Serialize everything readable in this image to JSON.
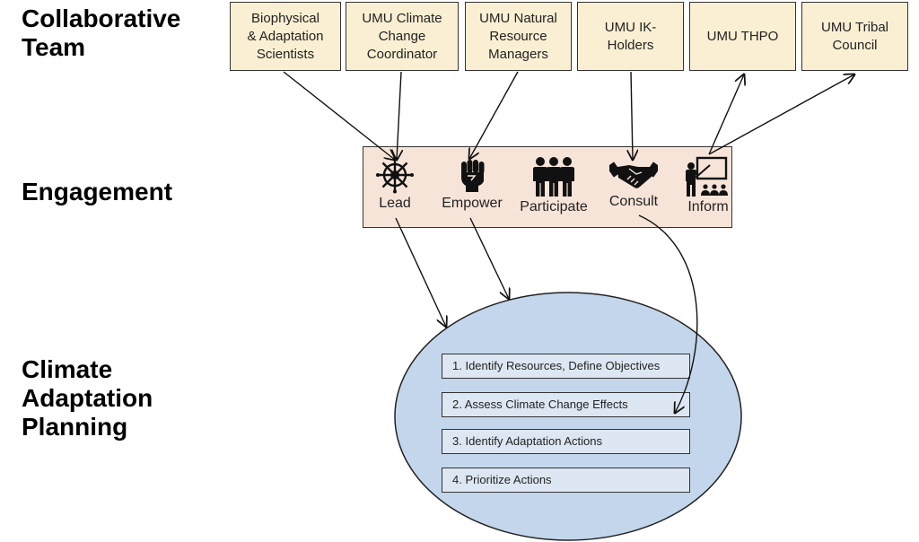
{
  "row_labels": {
    "team": "Collaborative\nTeam",
    "engagement": "Engagement",
    "planning": "Climate\nAdaptation\nPlanning"
  },
  "team_members": [
    {
      "label": "Biophysical\n& Adaptation\nScientists",
      "engagement": "Lead"
    },
    {
      "label": "UMU Climate\nChange\nCoordinator",
      "engagement": "Lead"
    },
    {
      "label": "UMU Natural\nResource\nManagers",
      "engagement": "Empower"
    },
    {
      "label": "UMU IK-\nHolders",
      "engagement": "Consult"
    },
    {
      "label": "UMU THPO",
      "engagement": "Inform"
    },
    {
      "label": "UMU Tribal\nCouncil",
      "engagement": "Inform"
    }
  ],
  "engagement_modes": [
    {
      "label": "Lead",
      "icon": "ship-wheel-icon"
    },
    {
      "label": "Empower",
      "icon": "raised-fist-icon"
    },
    {
      "label": "Participate",
      "icon": "group-of-people-icon"
    },
    {
      "label": "Consult",
      "icon": "handshake-icon"
    },
    {
      "label": "Inform",
      "icon": "presenter-board-icon"
    }
  ],
  "planning_steps": [
    "1. Identify Resources, Define Objectives",
    "2. Assess Climate Change Effects",
    "3. Identify Adaptation Actions",
    "4. Prioritize Actions"
  ],
  "colors": {
    "team_fill": "#fbefd3",
    "engagement_fill": "#f7e4d8",
    "planning_ellipse_fill": "#c3d6ec",
    "step_fill": "#dde7f3",
    "stroke": "#333333"
  }
}
